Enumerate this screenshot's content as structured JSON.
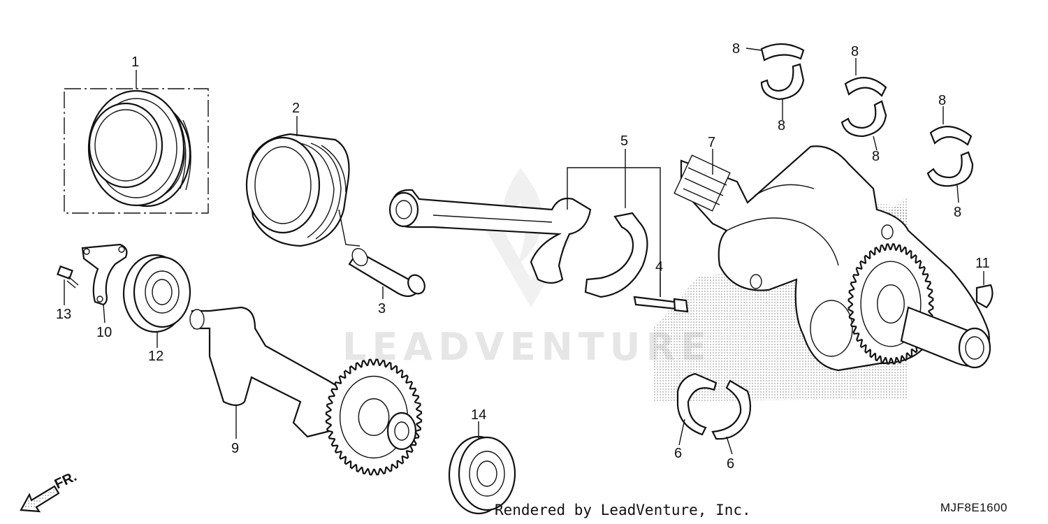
{
  "watermark": "LEADVENTURE",
  "footer": {
    "credit": "Rendered by LeadVenture, Inc.",
    "diagram_code": "MJF8E1600"
  },
  "direction_marker": "FR.",
  "callouts": {
    "c1": "1",
    "c2": "2",
    "c3": "3",
    "c4": "4",
    "c5": "5",
    "c6a": "6",
    "c6b": "6",
    "c7": "7",
    "c8a": "8",
    "c8b": "8",
    "c8c": "8",
    "c8d": "8",
    "c8e": "8",
    "c8f": "8",
    "c9": "9",
    "c10": "10",
    "c11": "11",
    "c12": "12",
    "c13": "13",
    "c14": "14"
  }
}
